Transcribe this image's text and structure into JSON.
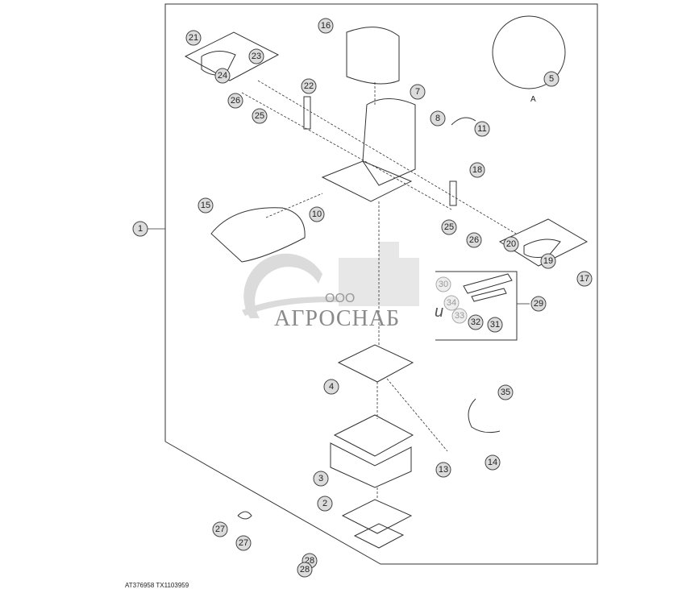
{
  "diagram": {
    "footer_code": "AT376958  TX1103959",
    "view_label": "A",
    "alt_mark": "u",
    "watermark": {
      "prefix": "ООО",
      "name": "АГРОСНАБ"
    },
    "callouts": [
      "21",
      "23",
      "24",
      "16",
      "22",
      "26",
      "25",
      "7",
      "8",
      "11",
      "5",
      "18",
      "15",
      "10",
      "25",
      "26",
      "20",
      "19",
      "17",
      "1",
      "30",
      "34",
      "33",
      "32",
      "31",
      "29",
      "4",
      "35",
      "3",
      "13",
      "14",
      "2",
      "27",
      "27",
      "28",
      "28"
    ],
    "faded_callouts": [
      "30",
      "34",
      "33"
    ]
  }
}
